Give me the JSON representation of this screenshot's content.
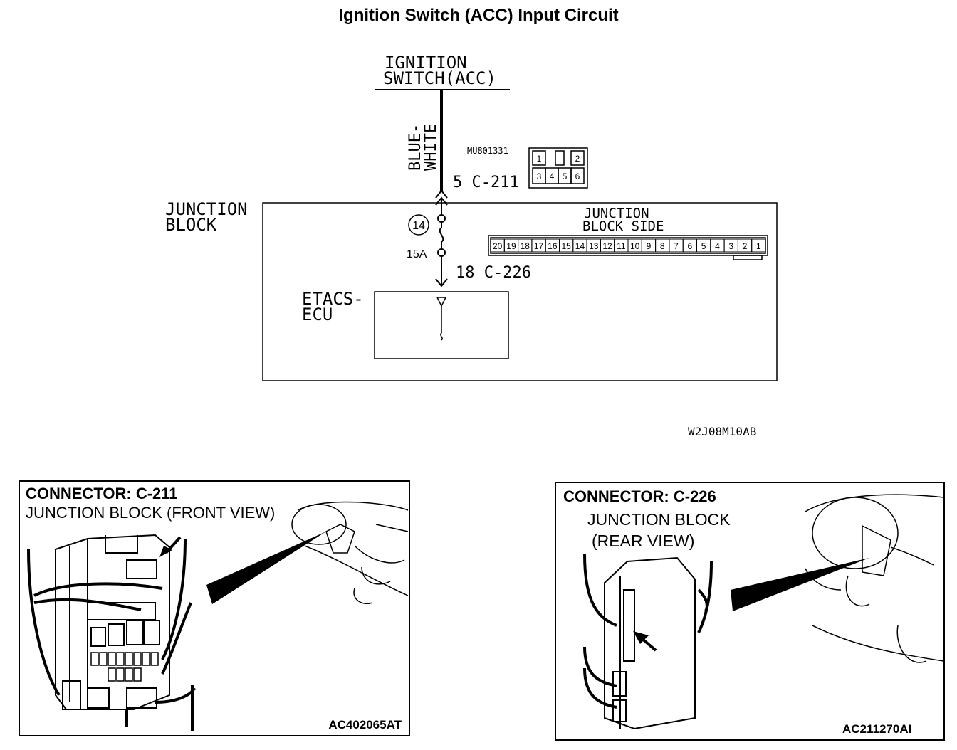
{
  "title": "Ignition Switch (ACC) Input Circuit",
  "schematic": {
    "ignition_switch": [
      "IGNITION",
      "SWITCH(ACC)"
    ],
    "wire_color": [
      "BLUE-",
      "WHITE"
    ],
    "connector_part_no": "MU801331",
    "c211_label": "5 C-211",
    "c211_pins": [
      "1",
      "2",
      "3",
      "4",
      "5",
      "6"
    ],
    "junction_block": [
      "JUNCTION",
      "BLOCK"
    ],
    "junction_block_side": [
      "JUNCTION",
      "BLOCK SIDE"
    ],
    "fuse_number": "14",
    "fuse_rating": "15A",
    "c226_label": "18 C-226",
    "c226_pins": [
      "20",
      "19",
      "18",
      "17",
      "16",
      "15",
      "14",
      "13",
      "12",
      "11",
      "10",
      "9",
      "8",
      "7",
      "6",
      "5",
      "4",
      "3",
      "2",
      "1"
    ],
    "etacs": [
      "ETACS-",
      "ECU"
    ],
    "figure_code": "W2J08M10AB"
  },
  "panel_left": {
    "heading": "CONNECTOR: C-211",
    "subheading": "JUNCTION BLOCK (FRONT VIEW)",
    "code": "AC402065AT"
  },
  "panel_right": {
    "heading": "CONNECTOR: C-226",
    "subheading": [
      "JUNCTION BLOCK",
      "(REAR VIEW)"
    ],
    "code": "AC211270AI"
  }
}
